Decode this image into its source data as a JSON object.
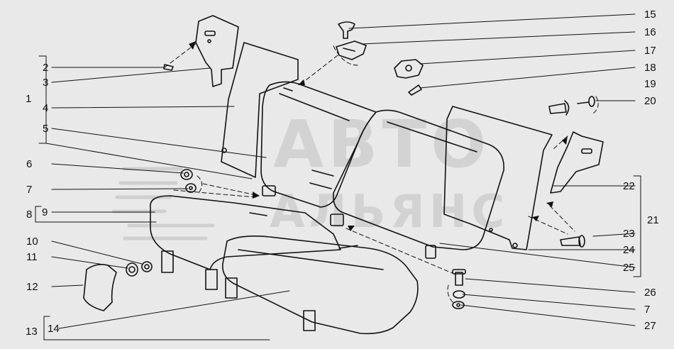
{
  "watermark": {
    "line1": "АВТО",
    "line2": "АЛЬЯНС"
  },
  "callouts": {
    "c1": "1",
    "c2": "2",
    "c3": "3",
    "c4": "4",
    "c5": "5",
    "c6": "6",
    "c7a": "7",
    "c7b": "7",
    "c8": "8",
    "c9": "9",
    "c10": "10",
    "c11": "11",
    "c12": "12",
    "c13": "13",
    "c14": "14",
    "c15": "15",
    "c16": "16",
    "c17": "17",
    "c18": "18",
    "c19": "19",
    "c20": "20",
    "c21": "21",
    "c22": "22",
    "c23": "23",
    "c24": "24",
    "c25": "25",
    "c26": "26",
    "c27": "27"
  }
}
